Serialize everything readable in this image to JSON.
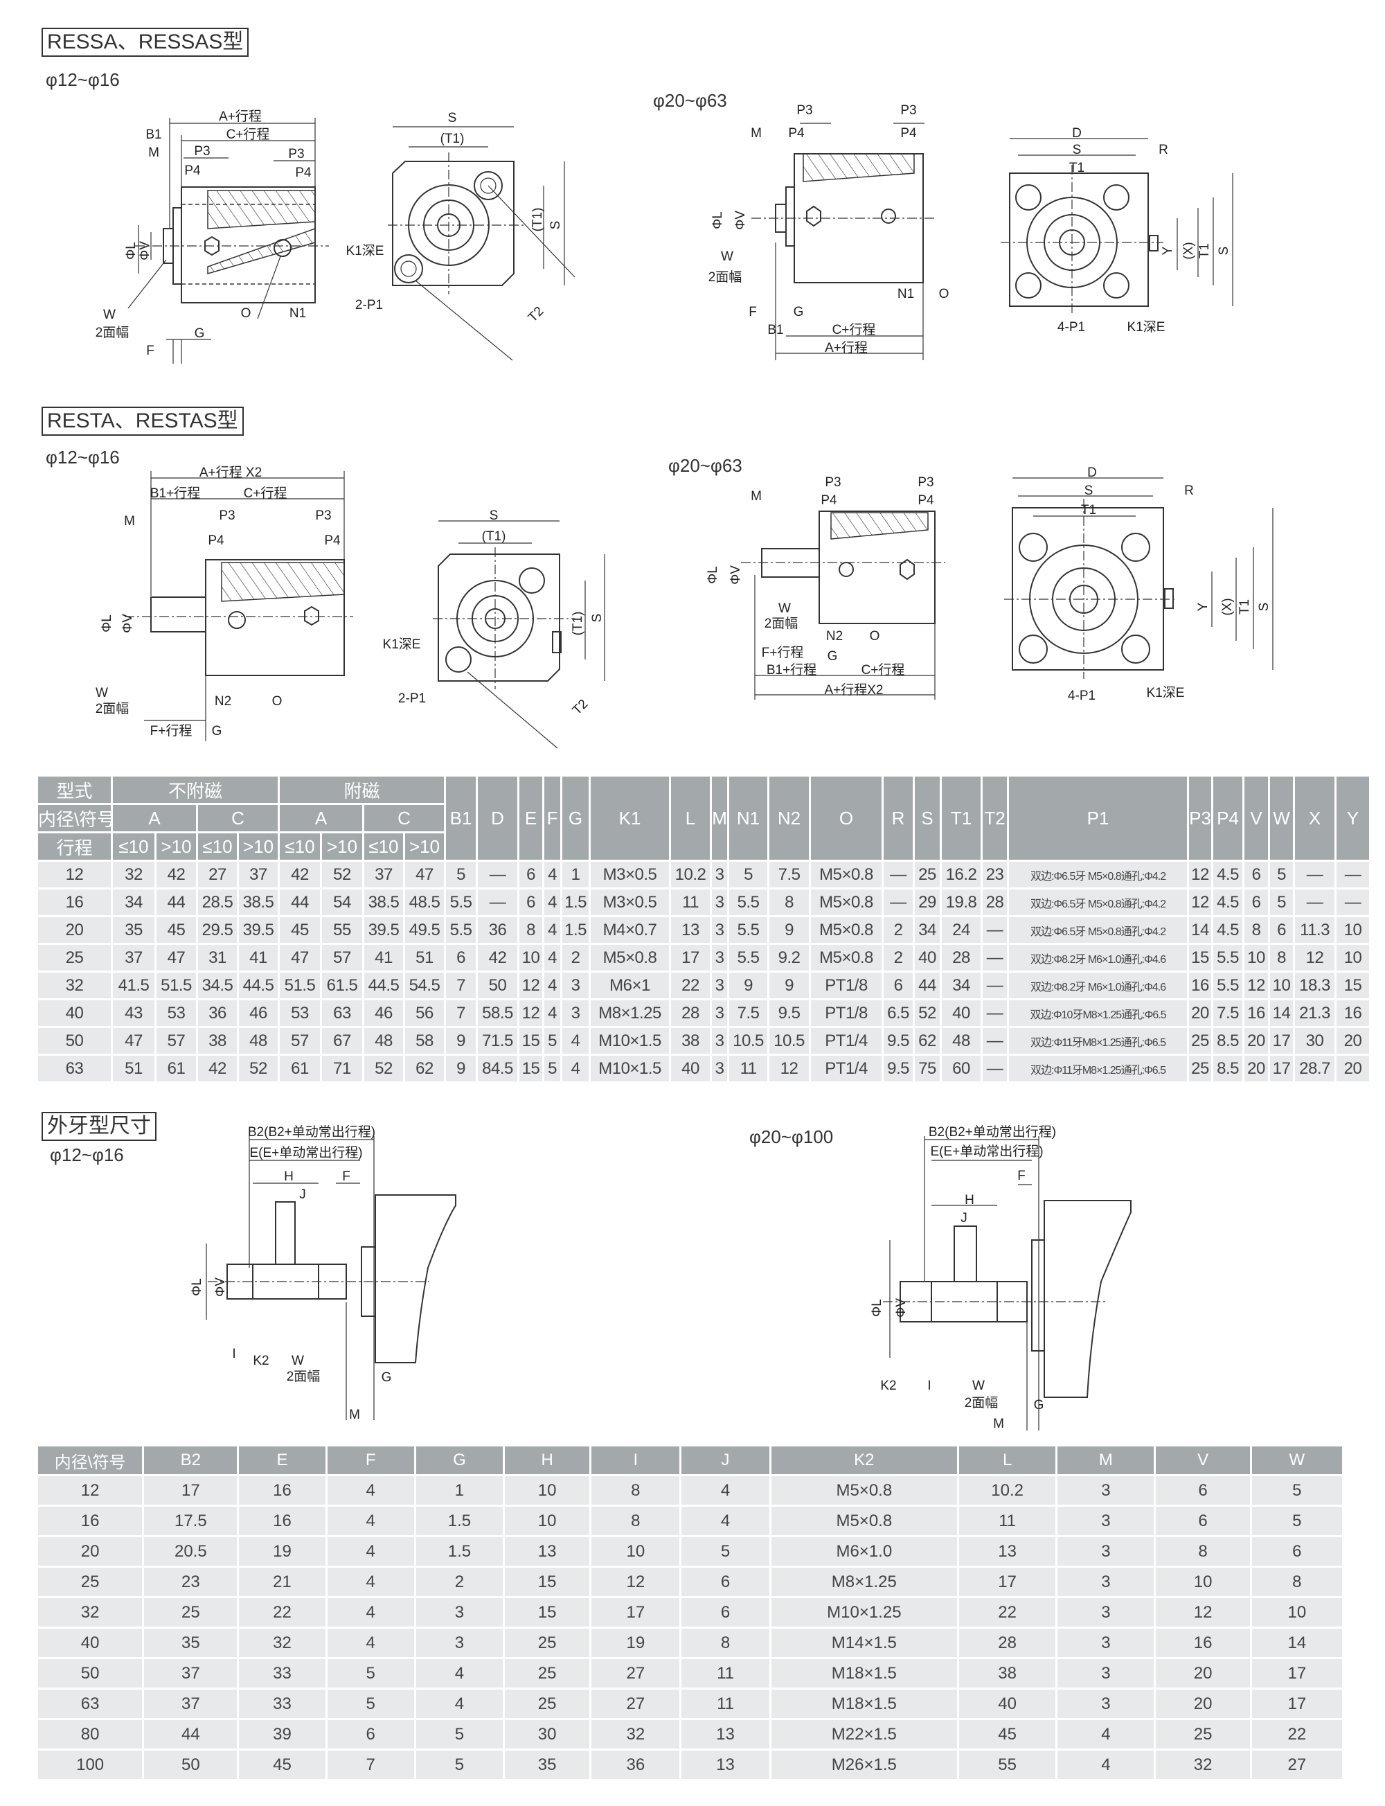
{
  "sections": {
    "s1_title": "RESSA、RESSAS型",
    "s2_title": "RESTA、RESTAS型",
    "s3_title": "外牙型尺寸"
  },
  "bores": {
    "s1_small": "φ12~φ16",
    "s1_large": "φ20~φ63",
    "s2_small": "φ12~φ16",
    "s2_large": "φ20~φ63",
    "s3_small": "φ12~φ16",
    "s3_large": "φ20~φ100"
  },
  "drawings": {
    "ressa_small_side": [
      "A+行程",
      "C+行程",
      "B1",
      "M",
      "P3",
      "P3",
      "P4",
      "P4",
      "ΦL",
      "ΦV",
      "W",
      "2面幅",
      "O",
      "N1",
      "F",
      "G"
    ],
    "ressa_small_end": [
      "S",
      "(T1)",
      "(T1)",
      "S",
      "K1深E",
      "2-P1",
      "T2"
    ],
    "ressa_large_side": [
      "P3",
      "P3",
      "M",
      "P4",
      "P4",
      "ΦL",
      "ΦV",
      "W",
      "2面幅",
      "N1",
      "O",
      "F",
      "G",
      "B1",
      "C+行程",
      "A+行程"
    ],
    "ressa_large_end": [
      "D",
      "S",
      "R",
      "T1",
      "Y",
      "(X)",
      "T1",
      "S",
      "4-P1",
      "K1深E"
    ],
    "resta_small_side": [
      "A+行程 X2",
      "B1+行程",
      "C+行程",
      "M",
      "P3",
      "P3",
      "P4",
      "P4",
      "ΦL",
      "ΦV",
      "W",
      "2面幅",
      "N2",
      "O",
      "F+行程",
      "G"
    ],
    "resta_small_end": [
      "S",
      "(T1)",
      "(T1)",
      "S",
      "K1深E",
      "2-P1",
      "T2"
    ],
    "resta_large_side": [
      "P3",
      "P3",
      "M",
      "P4",
      "P4",
      "ΦL",
      "ΦV",
      "W",
      "2面幅",
      "N2",
      "O",
      "F+行程",
      "G",
      "B1+行程",
      "C+行程",
      "A+行程X2"
    ],
    "resta_large_end": [
      "D",
      "S",
      "R",
      "T1",
      "Y",
      "(X)",
      "T1",
      "S",
      "4-P1",
      "K1深E"
    ],
    "ext_small": [
      "B2(B2+单动常出行程)",
      "E(E+单动常出行程)",
      "H",
      "F",
      "J",
      "ΦL",
      "ΦV",
      "I",
      "K2",
      "W",
      "2面幅",
      "G",
      "M"
    ],
    "ext_large": [
      "B2(B2+单动常出行程)",
      "E(E+单动常出行程)",
      "F",
      "H",
      "J",
      "ΦL",
      "ΦV",
      "K2",
      "I",
      "W",
      "2面幅",
      "G",
      "M"
    ]
  },
  "table1": {
    "h_type": "型式",
    "h_nomag": "不附磁",
    "h_mag": "附磁",
    "h_bore": "内径\\符号",
    "h_A": "A",
    "h_C": "C",
    "h_stroke": "行程",
    "h_le10": "≤10",
    "h_gt10": ">10",
    "cols": [
      "B1",
      "D",
      "E",
      "F",
      "G",
      "K1",
      "L",
      "M",
      "N1",
      "N2",
      "O",
      "R",
      "S",
      "T1",
      "T2",
      "P1",
      "P3",
      "P4",
      "V",
      "W",
      "X",
      "Y"
    ],
    "rows": [
      [
        "12",
        "32",
        "42",
        "27",
        "37",
        "42",
        "52",
        "37",
        "47",
        "5",
        "—",
        "6",
        "4",
        "1",
        "M3×0.5",
        "10.2",
        "3",
        "5",
        "7.5",
        "M5×0.8",
        "—",
        "25",
        "16.2",
        "23",
        "双边:Φ6.5牙 M5×0.8通孔:Φ4.2",
        "12",
        "4.5",
        "6",
        "5",
        "—",
        "—"
      ],
      [
        "16",
        "34",
        "44",
        "28.5",
        "38.5",
        "44",
        "54",
        "38.5",
        "48.5",
        "5.5",
        "—",
        "6",
        "4",
        "1.5",
        "M3×0.5",
        "11",
        "3",
        "5.5",
        "8",
        "M5×0.8",
        "—",
        "29",
        "19.8",
        "28",
        "双边:Φ6.5牙 M5×0.8通孔:Φ4.2",
        "12",
        "4.5",
        "6",
        "5",
        "—",
        "—"
      ],
      [
        "20",
        "35",
        "45",
        "29.5",
        "39.5",
        "45",
        "55",
        "39.5",
        "49.5",
        "5.5",
        "36",
        "8",
        "4",
        "1.5",
        "M4×0.7",
        "13",
        "3",
        "5.5",
        "9",
        "M5×0.8",
        "2",
        "34",
        "24",
        "—",
        "双边:Φ6.5牙 M5×0.8通孔:Φ4.2",
        "14",
        "4.5",
        "8",
        "6",
        "11.3",
        "10"
      ],
      [
        "25",
        "37",
        "47",
        "31",
        "41",
        "47",
        "57",
        "41",
        "51",
        "6",
        "42",
        "10",
        "4",
        "2",
        "M5×0.8",
        "17",
        "3",
        "5.5",
        "9.2",
        "M5×0.8",
        "2",
        "40",
        "28",
        "—",
        "双边:Φ8.2牙 M6×1.0通孔:Φ4.6",
        "15",
        "5.5",
        "10",
        "8",
        "12",
        "10"
      ],
      [
        "32",
        "41.5",
        "51.5",
        "34.5",
        "44.5",
        "51.5",
        "61.5",
        "44.5",
        "54.5",
        "7",
        "50",
        "12",
        "4",
        "3",
        "M6×1",
        "22",
        "3",
        "9",
        "9",
        "PT1/8",
        "6",
        "44",
        "34",
        "—",
        "双边:Φ8.2牙 M6×1.0通孔:Φ4.6",
        "16",
        "5.5",
        "12",
        "10",
        "18.3",
        "15"
      ],
      [
        "40",
        "43",
        "53",
        "36",
        "46",
        "53",
        "63",
        "46",
        "56",
        "7",
        "58.5",
        "12",
        "4",
        "3",
        "M8×1.25",
        "28",
        "3",
        "7.5",
        "9.5",
        "PT1/8",
        "6.5",
        "52",
        "40",
        "—",
        "双边:Φ10牙M8×1.25通孔:Φ6.5",
        "20",
        "7.5",
        "16",
        "14",
        "21.3",
        "16"
      ],
      [
        "50",
        "47",
        "57",
        "38",
        "48",
        "57",
        "67",
        "48",
        "58",
        "9",
        "71.5",
        "15",
        "5",
        "4",
        "M10×1.5",
        "38",
        "3",
        "10.5",
        "10.5",
        "PT1/4",
        "9.5",
        "62",
        "48",
        "—",
        "双边:Φ11牙M8×1.25通孔:Φ6.5",
        "25",
        "8.5",
        "20",
        "17",
        "30",
        "20"
      ],
      [
        "63",
        "51",
        "61",
        "42",
        "52",
        "61",
        "71",
        "52",
        "62",
        "9",
        "84.5",
        "15",
        "5",
        "4",
        "M10×1.5",
        "40",
        "3",
        "11",
        "12",
        "PT1/4",
        "9.5",
        "75",
        "60",
        "—",
        "双边:Φ11牙M8×1.25通孔:Φ6.5",
        "25",
        "8.5",
        "20",
        "17",
        "28.7",
        "20"
      ]
    ]
  },
  "table2": {
    "headers": [
      "内径\\符号",
      "B2",
      "E",
      "F",
      "G",
      "H",
      "I",
      "J",
      "K2",
      "L",
      "M",
      "V",
      "W"
    ],
    "rows": [
      [
        "12",
        "17",
        "16",
        "4",
        "1",
        "10",
        "8",
        "4",
        "M5×0.8",
        "10.2",
        "3",
        "6",
        "5"
      ],
      [
        "16",
        "17.5",
        "16",
        "4",
        "1.5",
        "10",
        "8",
        "4",
        "M5×0.8",
        "11",
        "3",
        "6",
        "5"
      ],
      [
        "20",
        "20.5",
        "19",
        "4",
        "1.5",
        "13",
        "10",
        "5",
        "M6×1.0",
        "13",
        "3",
        "8",
        "6"
      ],
      [
        "25",
        "23",
        "21",
        "4",
        "2",
        "15",
        "12",
        "6",
        "M8×1.25",
        "17",
        "3",
        "10",
        "8"
      ],
      [
        "32",
        "25",
        "22",
        "4",
        "3",
        "15",
        "17",
        "6",
        "M10×1.25",
        "22",
        "3",
        "12",
        "10"
      ],
      [
        "40",
        "35",
        "32",
        "4",
        "3",
        "25",
        "19",
        "8",
        "M14×1.5",
        "28",
        "3",
        "16",
        "14"
      ],
      [
        "50",
        "37",
        "33",
        "5",
        "4",
        "25",
        "27",
        "11",
        "M18×1.5",
        "38",
        "3",
        "20",
        "17"
      ],
      [
        "63",
        "37",
        "33",
        "5",
        "4",
        "25",
        "27",
        "11",
        "M18×1.5",
        "40",
        "3",
        "20",
        "17"
      ],
      [
        "80",
        "44",
        "39",
        "6",
        "5",
        "30",
        "32",
        "13",
        "M22×1.5",
        "45",
        "4",
        "25",
        "22"
      ],
      [
        "100",
        "50",
        "45",
        "7",
        "5",
        "35",
        "36",
        "13",
        "M26×1.5",
        "55",
        "4",
        "32",
        "27"
      ]
    ]
  }
}
